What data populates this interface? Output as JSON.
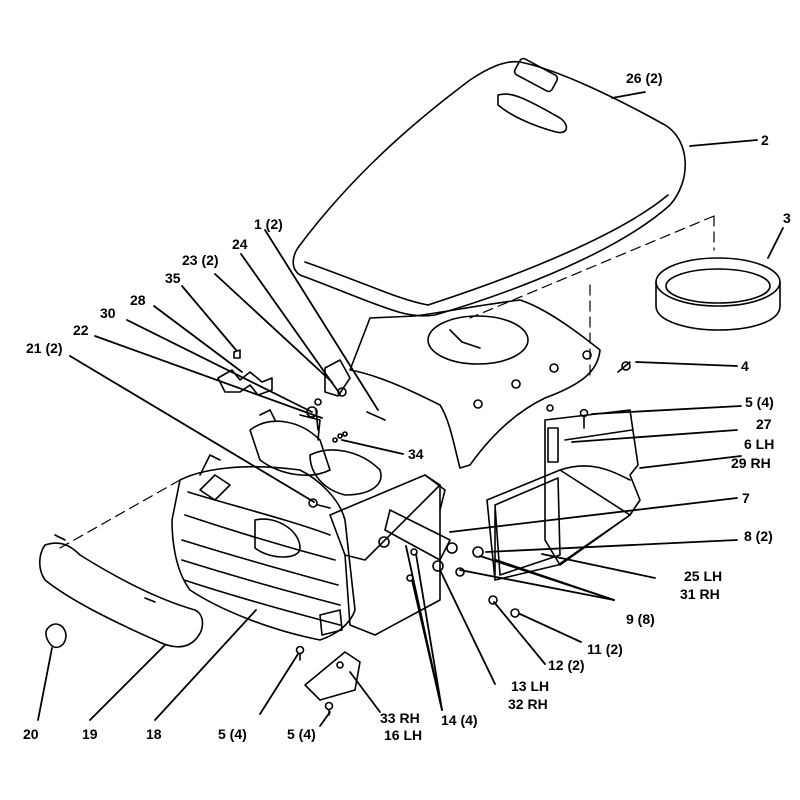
{
  "colors": {
    "ink": "#000000",
    "paper": "#ffffff"
  },
  "labels": {
    "l26": "26 (2)",
    "l2": "2",
    "l3": "3",
    "l1": "1 (2)",
    "l24": "24",
    "l23": "23 (2)",
    "l35": "35",
    "l28": "28",
    "l30": "30",
    "l22": "22",
    "l21": "21 (2)",
    "l4": "4",
    "l5a": "5 (4)",
    "l27": "27",
    "l6": "6 LH",
    "l29": "29 RH",
    "l34": "34",
    "l7": "7",
    "l8": "8 (2)",
    "l25": "25 LH",
    "l31": "31 RH",
    "l9": "9 (8)",
    "l11": "11 (2)",
    "l12": "12 (2)",
    "l13": "13 LH",
    "l32": "32 RH",
    "l14": "14 (4)",
    "l33": "33 RH",
    "l16": "16 LH",
    "l5b": "5 (4)",
    "l5c": "5 (4)",
    "l18": "18",
    "l19": "19",
    "l20": "20"
  }
}
